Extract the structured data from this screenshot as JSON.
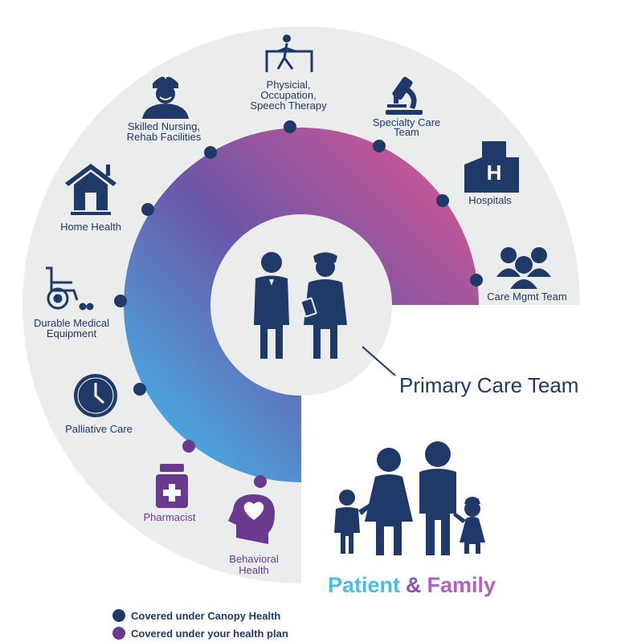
{
  "colors": {
    "navy": "#1f3a68",
    "purple": "#6a3a8f",
    "band": "#ebecec",
    "arc_start": "#3ec3f1",
    "arc_mid": "#6b56a8",
    "arc_end": "#e4578f",
    "patient_blue": "#47bde8",
    "amp_purple": "#8a4fb0",
    "family_purple": "#b45fc6"
  },
  "center": {
    "label": "Primary Care Team",
    "icon": "doctor-nurse-icon"
  },
  "services": [
    {
      "id": "care-mgmt-team",
      "lines": [
        "Care Mgmt Team"
      ],
      "icon": "group-icon",
      "coverage": "canopy"
    },
    {
      "id": "hospitals",
      "lines": [
        "Hospitals"
      ],
      "icon": "hospital-building-icon",
      "coverage": "canopy"
    },
    {
      "id": "specialty-care-team",
      "lines": [
        "Specialty Care",
        "Team"
      ],
      "icon": "microscope-icon",
      "coverage": "canopy"
    },
    {
      "id": "therapy",
      "lines": [
        "Physicial,",
        "Occupation,",
        "Speech Therapy"
      ],
      "icon": "walker-rehab-icon",
      "coverage": "canopy"
    },
    {
      "id": "skilled-nursing",
      "lines": [
        "Skilled Nursing,",
        "Rehab Facilities"
      ],
      "icon": "nurse-icon",
      "coverage": "canopy"
    },
    {
      "id": "home-health",
      "lines": [
        "Home Health"
      ],
      "icon": "house-icon",
      "coverage": "canopy"
    },
    {
      "id": "durable-medical-equipment",
      "lines": [
        "Durable Medical",
        "Equipment"
      ],
      "icon": "wheelchair-icon",
      "coverage": "canopy"
    },
    {
      "id": "palliative-care",
      "lines": [
        "Palliative Care"
      ],
      "icon": "clock-icon",
      "coverage": "canopy"
    },
    {
      "id": "pharmacist",
      "lines": [
        "Pharmacist"
      ],
      "icon": "medicine-bottle-icon",
      "coverage": "health-plan"
    },
    {
      "id": "behavioral-health",
      "lines": [
        "Behavioral",
        "Health"
      ],
      "icon": "head-heart-icon",
      "coverage": "health-plan"
    }
  ],
  "patient_family": {
    "patient": "Patient",
    "amp": "&",
    "family": "Family",
    "icon": "family-icon"
  },
  "legend": [
    {
      "key": "canopy",
      "label": "Covered under Canopy Health",
      "color": "#1f3a68"
    },
    {
      "key": "health-plan",
      "label": "Covered under your health plan",
      "color": "#6a3a8f"
    }
  ]
}
